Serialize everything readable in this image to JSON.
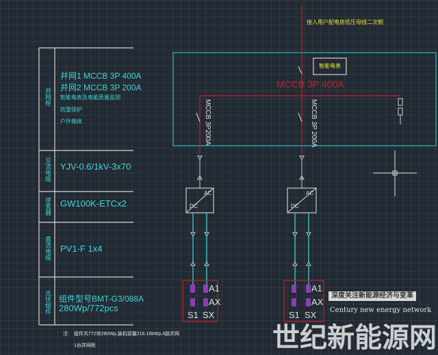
{
  "table": {
    "rows": [
      {
        "label": "并网柜",
        "lines": [
          "并网1 MCCB 3P 400A",
          "并网2 MCCB 3P 200A",
          "智能电表及电能质量监测",
          "防雷保护",
          "户外箱体"
        ]
      },
      {
        "label": "交流电缆",
        "lines": [
          "YJV-0.6/1kV-3x70"
        ]
      },
      {
        "label": "逆变器",
        "lines": [
          "GW100K-ETCx2"
        ]
      },
      {
        "label": "直流电缆",
        "lines": [
          "PV1-F 1x4"
        ]
      },
      {
        "label": "光伏组件",
        "lines": [
          "组件型号BMT-G3/088A",
          "280Wp/772pcs"
        ]
      }
    ]
  },
  "notes": [
    "注:",
    "组件共772块280Wp,装机容量216.16kWp,4路并网",
    "1台并网柜"
  ],
  "diagram": {
    "grid_note": "接入用户配电房低压母线二次侧",
    "meter_label": "智能电表",
    "main_breaker": "MCCB 3P 400A",
    "branch_breakers": [
      "MCCB 3P200A",
      "MCCB 3P 200A"
    ],
    "inverter": {
      "ac": "AC",
      "dc": "DC"
    },
    "pv_terminals": [
      "A1",
      "AX",
      "S1",
      "SX"
    ]
  },
  "watermark": {
    "tagline": "深度关注新能源经济与变革",
    "title": "世纪新能源网",
    "subtitle": "Century new energy network"
  }
}
